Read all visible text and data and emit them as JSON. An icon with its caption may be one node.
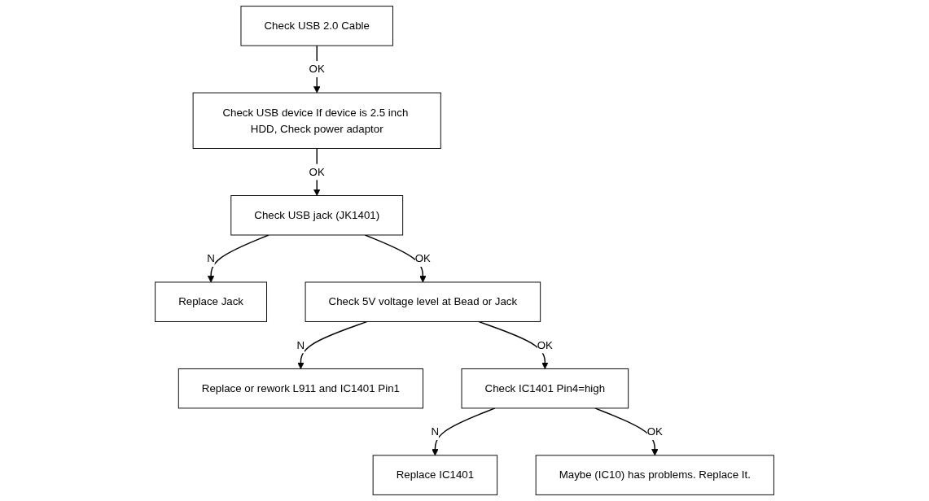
{
  "diagram": {
    "nodes": [
      {
        "text": [
          "Check USB 2.0 Cable"
        ]
      },
      {
        "text": [
          "Check USB device If device is 2.5 inch HDD, Check power adaptor"
        ]
      },
      {
        "text": [
          "Check USB jack (JK1401)"
        ]
      },
      {
        "text": [
          "Replace Jack"
        ]
      },
      {
        "text": [
          "Check 5V voltage level at Bead or Jack"
        ]
      },
      {
        "text": [
          "Replace or rework L911 and IC1401 Pin1"
        ]
      },
      {
        "text": [
          "Check IC1401 Pin4=high"
        ]
      },
      {
        "text": [
          "Replace IC1401"
        ]
      },
      {
        "text": [
          "Maybe (IC10) has problems. Replace It."
        ]
      }
    ],
    "edges": [
      {
        "from": 0,
        "to": 1,
        "arrow": "to",
        "label": "OK"
      },
      {
        "from": 1,
        "to": 2,
        "arrow": "to",
        "label": "OK"
      },
      {
        "from": 2,
        "to": 3,
        "arrow": "to",
        "label": "N"
      },
      {
        "from": 2,
        "to": 4,
        "arrow": "to",
        "label": "OK"
      },
      {
        "from": 4,
        "to": 5,
        "arrow": "to",
        "label": "N"
      },
      {
        "from": 4,
        "to": 6,
        "arrow": "to",
        "label": "OK"
      },
      {
        "from": 6,
        "to": 7,
        "arrow": "to",
        "label": "N"
      },
      {
        "from": 6,
        "to": 8,
        "arrow": "to",
        "label": "OK"
      }
    ]
  }
}
